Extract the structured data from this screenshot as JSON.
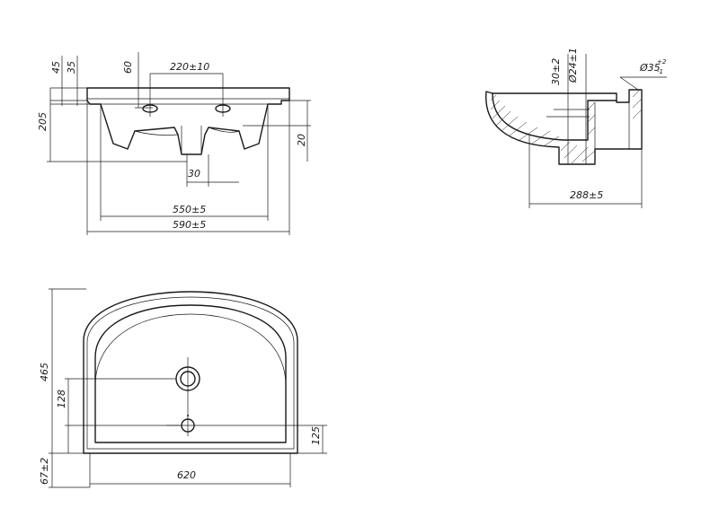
{
  "front_view": {
    "dim_45": "45",
    "dim_35": "35",
    "dim_60": "60",
    "dim_220": "220±10",
    "dim_205": "205",
    "dim_20": "20",
    "dim_30": "30",
    "dim_550": "550±5",
    "dim_590": "590±5"
  },
  "side_view": {
    "dim_30": "30±2",
    "dim_24": "Ø24±1",
    "dim_35": "Ø35",
    "dim_35_tol_upper": "+2",
    "dim_35_tol_lower": "-1",
    "dim_288": "288±5"
  },
  "top_view": {
    "dim_465": "465",
    "dim_128": "128",
    "dim_125": "125",
    "dim_620": "620",
    "dim_67": "67±2"
  }
}
